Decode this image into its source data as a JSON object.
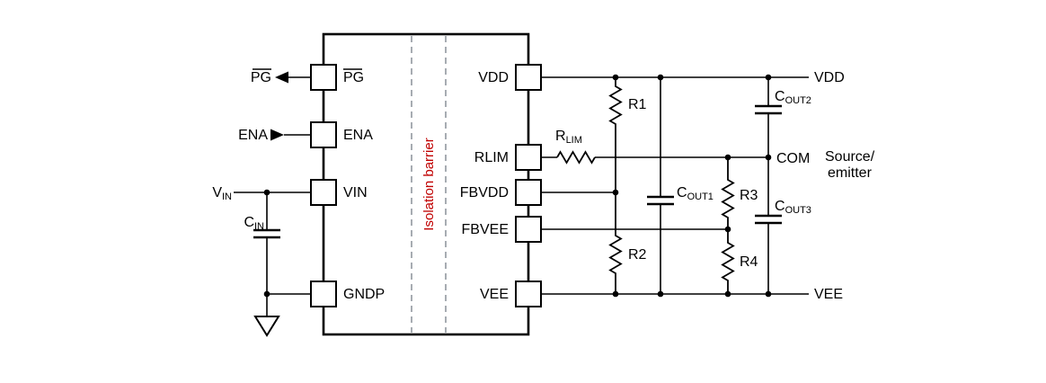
{
  "labels": {
    "pin_pg": "PG",
    "pin_ena": "ENA",
    "pin_vin": "VIN",
    "pin_gndp": "GNDP",
    "pin_vdd": "VDD",
    "pin_rlim": "RLIM",
    "pin_fbvdd": "FBVDD",
    "pin_fbvee": "FBVEE",
    "pin_vee": "VEE",
    "isolation": "Isolation barrier",
    "ext_pg": "PG",
    "ext_ena": "ENA",
    "vin": {
      "base": "V",
      "sub": "IN"
    },
    "cin": {
      "base": "C",
      "sub": "IN"
    },
    "rlim": {
      "base": "R",
      "sub": "LIM"
    },
    "r1": "R1",
    "r2": "R2",
    "r3": "R3",
    "r4": "R4",
    "cout1": {
      "base": "C",
      "sub": "OUT1"
    },
    "cout2": {
      "base": "C",
      "sub": "OUT2"
    },
    "cout3": {
      "base": "C",
      "sub": "OUT3"
    },
    "rail_vdd": "VDD",
    "rail_vee": "VEE",
    "com": "COM",
    "source_line1": "Source/",
    "source_line2": "emitter"
  },
  "colors": {
    "wire": "#000000",
    "isolation_text": "#c00000",
    "barrier_dash": "#8a9099"
  }
}
